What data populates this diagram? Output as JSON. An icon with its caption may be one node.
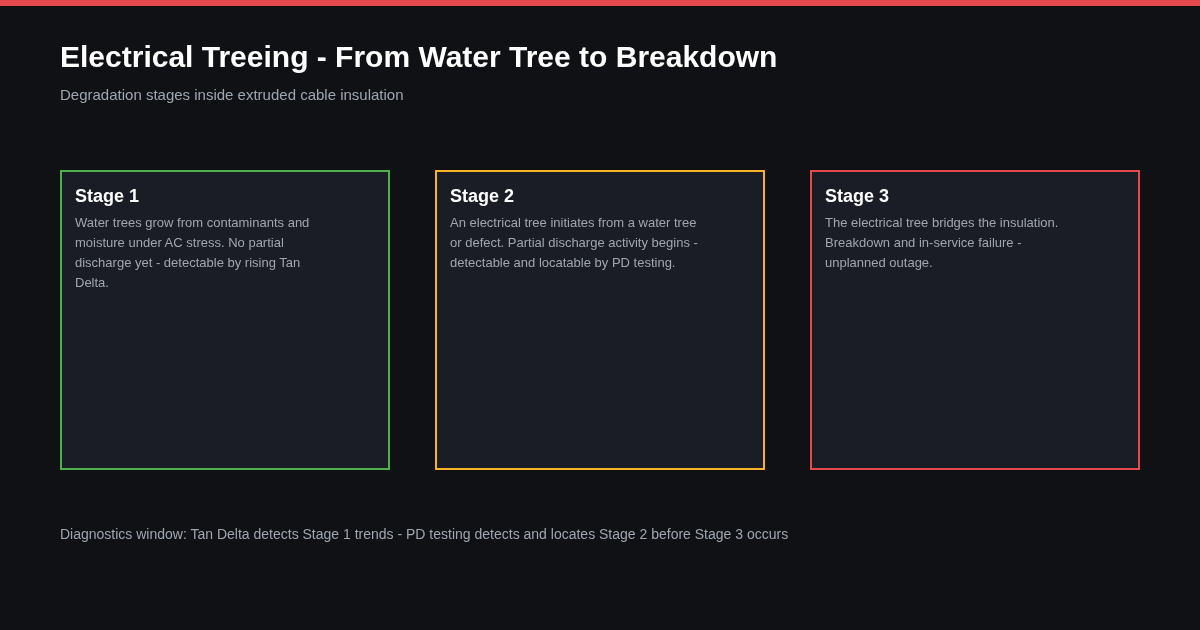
{
  "diagram": {
    "title": "Electrical Treeing - From Water Tree to Breakdown",
    "nodes": [
      {
        "text": [
          "Stage 1",
          "Water trees grow from contaminants and moisture under AC stress. No partial discharge yet - detectable by rising Tan Delta."
        ]
      },
      {
        "text": [
          "Stage 2",
          "An electrical tree initiates from a water tree or defect. Partial discharge activity begins - detectable and locatable by PD testing."
        ]
      },
      {
        "text": [
          "Stage 3",
          "The electrical tree bridges the insulation. Breakdown and in-service failure - unplanned outage."
        ]
      }
    ],
    "labels": [
      "Degradation stages inside extruded cable insulation"
    ],
    "caption": "Diagnostics window: Tan Delta detects Stage 1 trends - PD testing detects and locates Stage 2 before Stage 3 occurs"
  }
}
